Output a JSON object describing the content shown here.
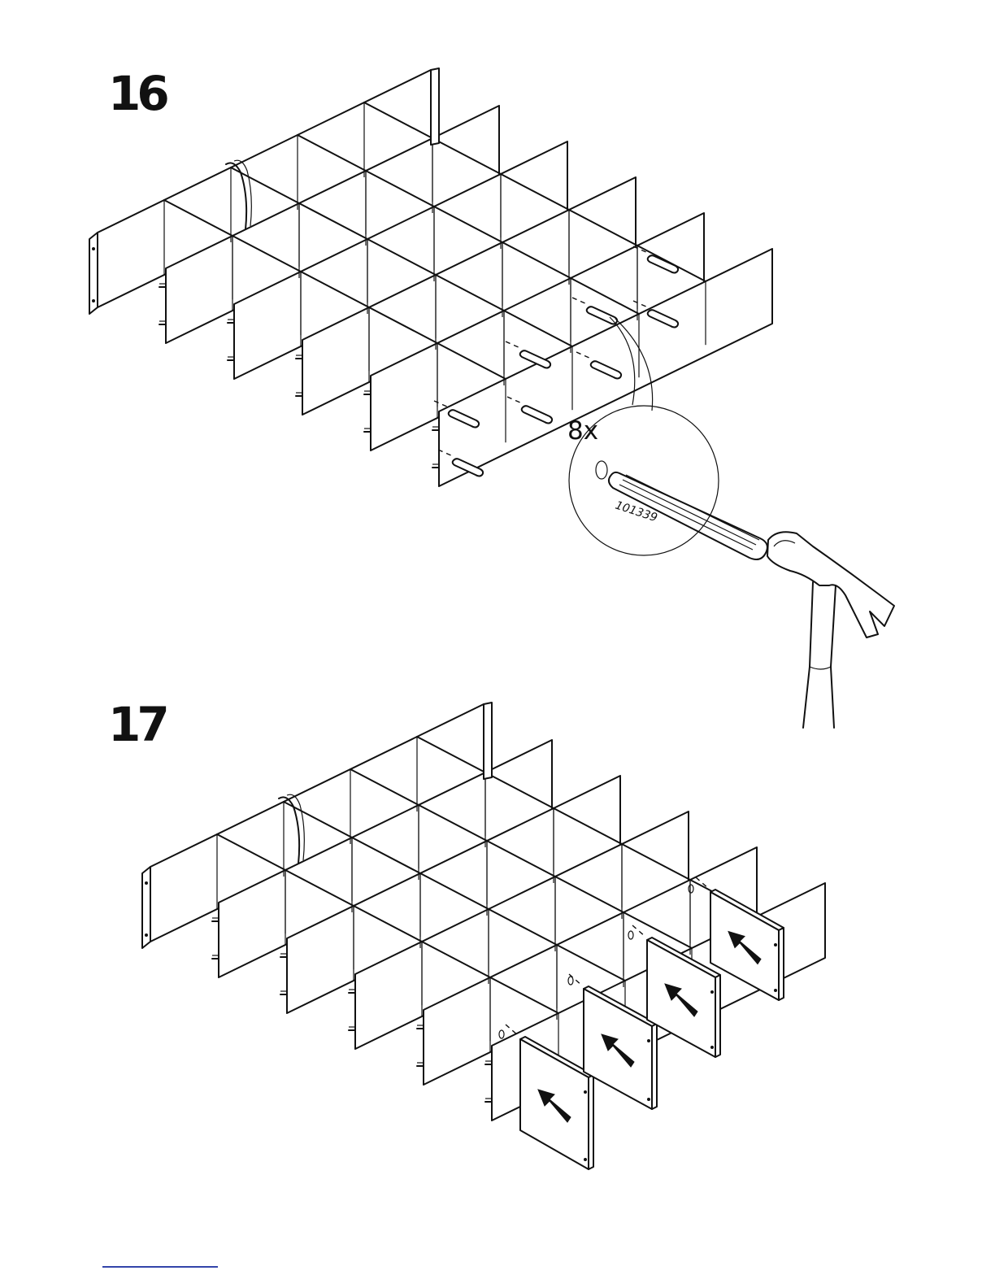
{
  "steps": [
    {
      "number": "16",
      "quantity": "8x",
      "part_number": "101339"
    },
    {
      "number": "17"
    }
  ],
  "icons": [
    "dowel-icon",
    "hammer-icon",
    "arrow-icon",
    "strap-icon"
  ],
  "colors": {
    "ink": "#111111",
    "footer_rule": "#3344aa"
  }
}
